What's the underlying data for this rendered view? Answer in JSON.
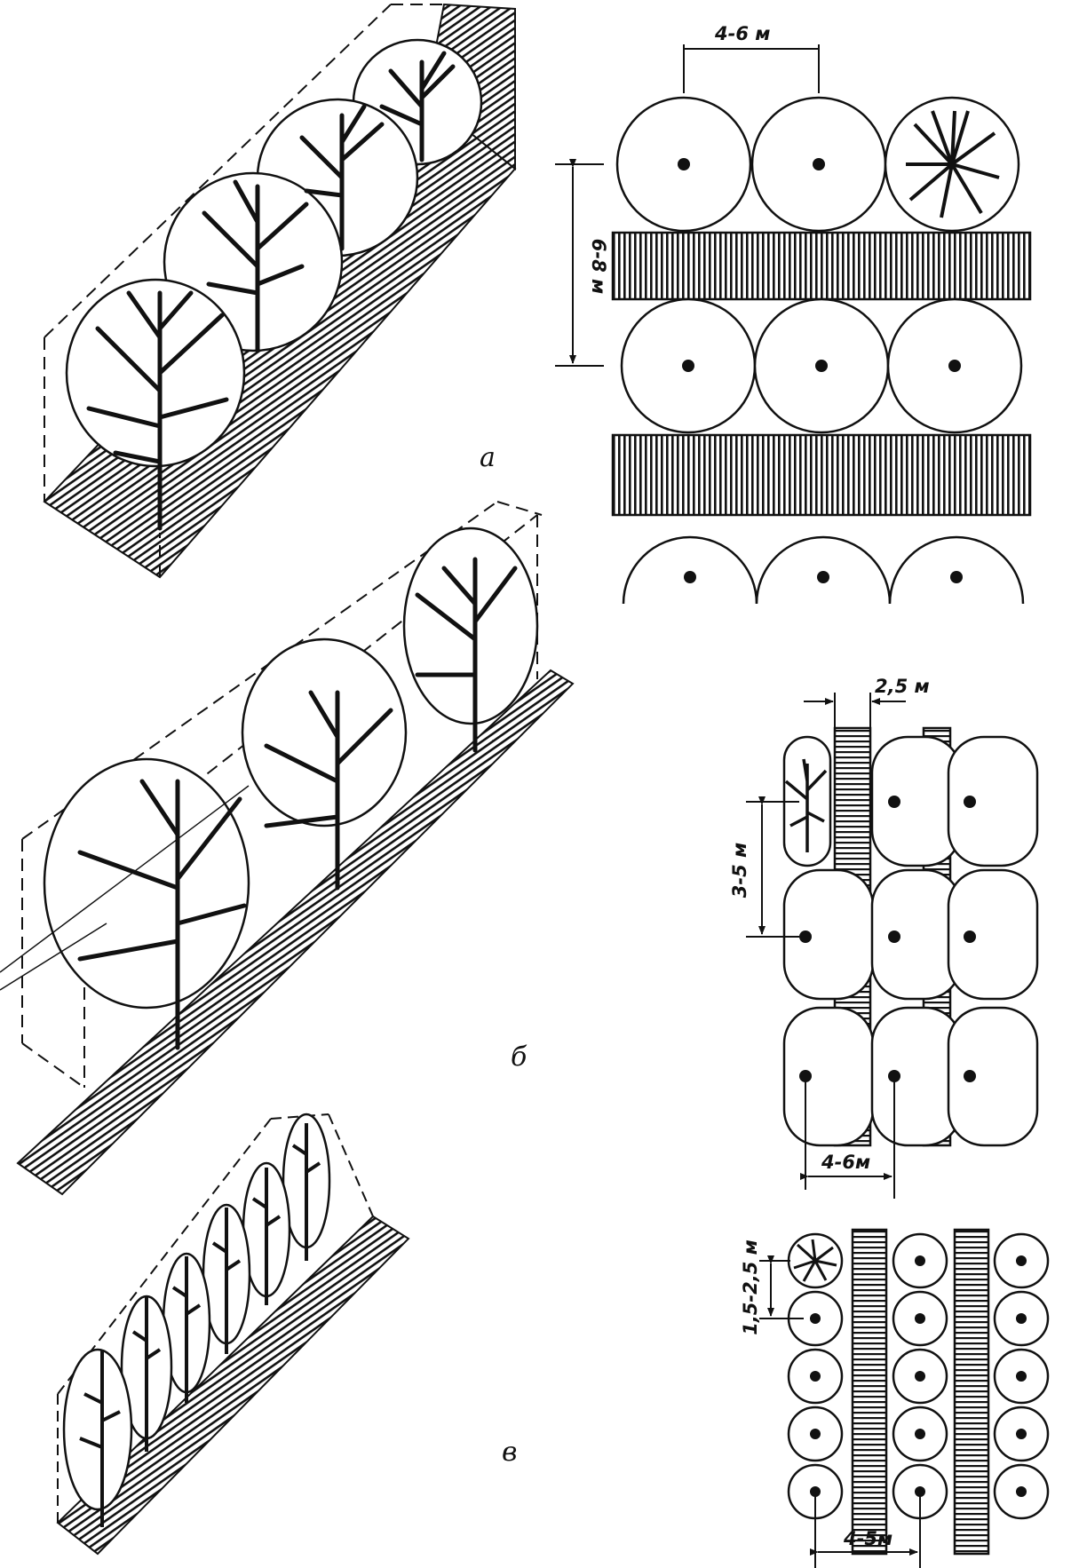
{
  "panels": [
    {
      "letter": "а",
      "spacing_label": "4-6 м",
      "row_spacing_label": "6-8 м"
    },
    {
      "letter": "б",
      "path_label": "2,5 м",
      "spacing_label": "3-5 м",
      "row_spacing_label": "4-6м"
    },
    {
      "letter": "в",
      "spacing_label": "1,5-2,5 м",
      "row_spacing_label": "4-5м"
    }
  ],
  "colors": {
    "ink": "#111111",
    "paper": "#ffffff"
  }
}
